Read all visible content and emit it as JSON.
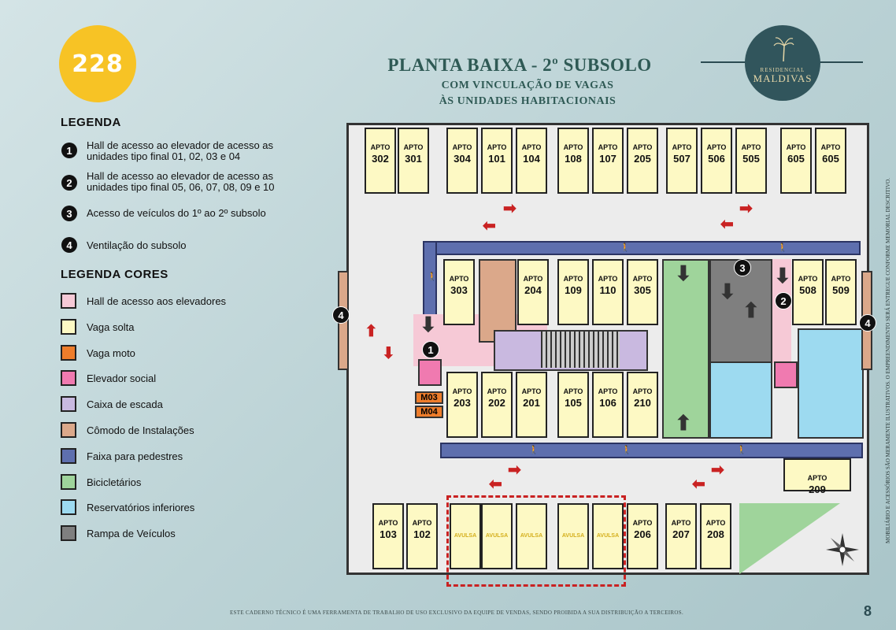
{
  "logo_text": "228",
  "brand": {
    "top_label": "RESIDENCIAL",
    "name": "MALDIVAS"
  },
  "title": "PLANTA BAIXA - 2º SUBSOLO",
  "subtitle_lines": [
    "COM VINCULAÇÃO DE VAGAS",
    "ÀS UNIDADES HABITACIONAIS"
  ],
  "legend": {
    "heading": "LEGENDA",
    "items": [
      {
        "num": "1",
        "text": "Hall de acesso ao elevador de acesso as unidades tipo final 01, 02, 03 e 04"
      },
      {
        "num": "2",
        "text": "Hall de acesso ao elevador de acesso as unidades tipo final 05, 06, 07, 08, 09 e 10"
      },
      {
        "num": "3",
        "text": "Acesso de veículos do 1º ao 2º subsolo"
      },
      {
        "num": "4",
        "text": "Ventilação do subsolo"
      }
    ]
  },
  "legend_colors": {
    "heading": "LEGENDA CORES",
    "items": [
      {
        "label": "Hall de acesso aos elevadores",
        "color": "#f6c9d6"
      },
      {
        "label": "Vaga solta",
        "color": "#fdf9c4"
      },
      {
        "label": "Vaga moto",
        "color": "#ee7d2b"
      },
      {
        "label": "Elevador social",
        "color": "#f07ab0"
      },
      {
        "label": "Caixa de escada",
        "color": "#c9b9e0"
      },
      {
        "label": "Cômodo de Instalações",
        "color": "#dba88a"
      },
      {
        "label": "Faixa para pedestres",
        "color": "#5e6fae"
      },
      {
        "label": "Bicicletários",
        "color": "#9fd49b"
      },
      {
        "label": "Reservatórios inferiores",
        "color": "#9ddaf0"
      },
      {
        "label": "Rampa de Veículos",
        "color": "#7f7f7f"
      }
    ]
  },
  "plan": {
    "apto_label": "APTO",
    "avulsa_label": "AVULSA",
    "top_row": [
      "302",
      "301",
      "304",
      "101",
      "104",
      "108",
      "107",
      "205",
      "507",
      "506",
      "505",
      "605",
      "605"
    ],
    "middle_upper": [
      "303",
      "204",
      "109",
      "110",
      "305",
      "508",
      "509"
    ],
    "middle_lower": [
      "203",
      "202",
      "201",
      "105",
      "106",
      "210"
    ],
    "right_single": "209",
    "bottom_row": [
      "103",
      "102",
      "AVULSA",
      "AVULSA",
      "AVULSA",
      "AVULSA",
      "AVULSA",
      "206",
      "207",
      "208"
    ],
    "moto": [
      "M03",
      "M04"
    ],
    "markers": [
      "1",
      "2",
      "3",
      "4",
      "4"
    ]
  },
  "footer": "ESTE CADERNO TÉCNICO É UMA FERRAMENTA DE TRABALHO DE USO EXCLUSIVO DA EQUIPE DE VENDAS, SENDO PROIBIDA A SUA DISTRIBUIÇÃO A TERCEIROS.",
  "page_number": "8",
  "side_note": "MOBILIÁRIO E ACESSÓRIOS SÃO MERAMENTE ILUSTRATIVOS. O EMPREENDIMENTO SERÁ ENTREGUE CONFORME MEMORIAL DESCRITIVO."
}
